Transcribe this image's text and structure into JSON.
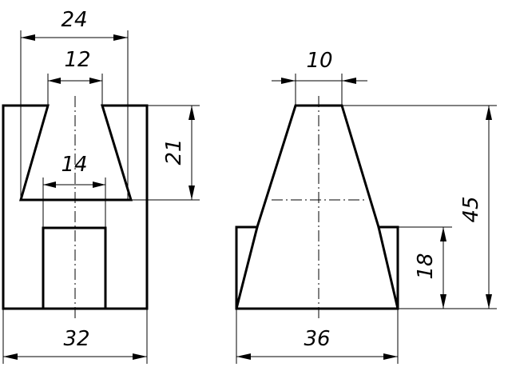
{
  "front_view": {
    "dim_top_width": "24",
    "dim_inner_top": "12",
    "dim_inner_bottom": "14",
    "dim_depth": "21",
    "dim_base_width": "32"
  },
  "side_view": {
    "dim_top_width": "10",
    "dim_height_total": "45",
    "dim_block_height": "18",
    "dim_base_width": "36"
  }
}
